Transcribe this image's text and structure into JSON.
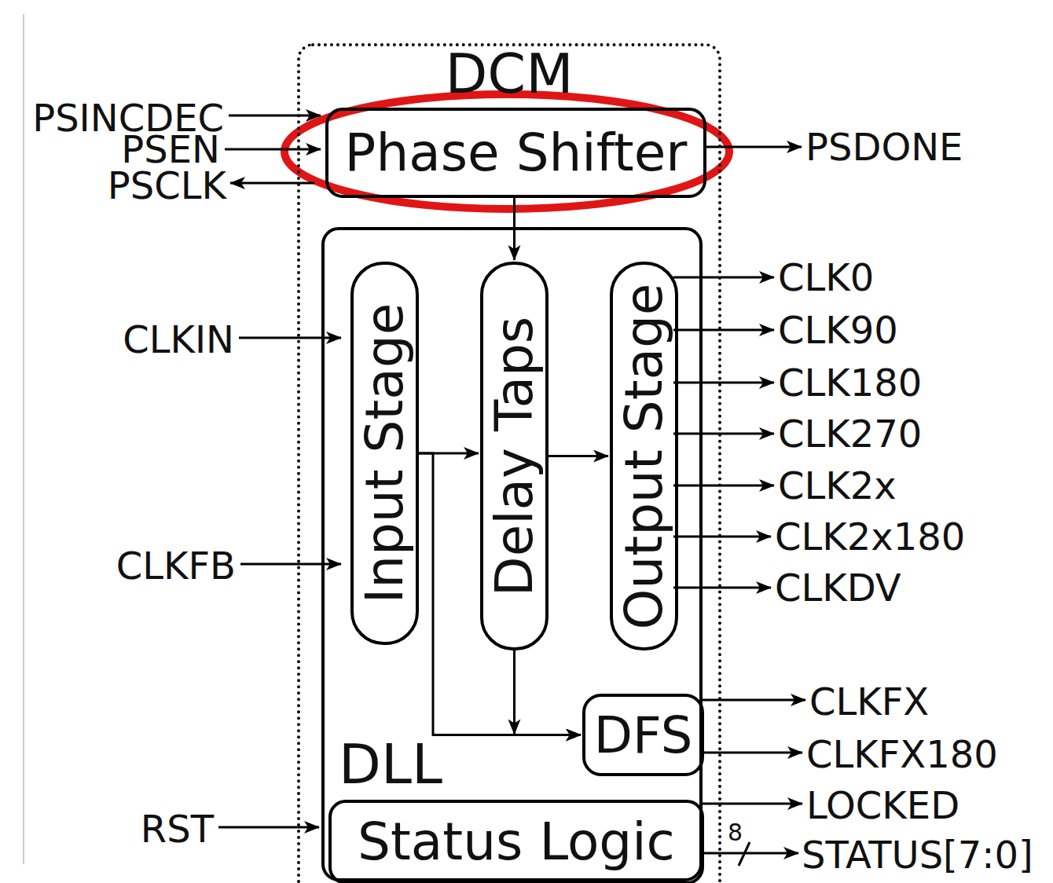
{
  "diagram": {
    "nodes": [
      {
        "text": [
          "DCM"
        ]
      },
      {
        "text": [
          "Phase Shifter"
        ],
        "in": 0
      },
      {
        "text": [
          "DLL"
        ],
        "in": 0
      },
      {
        "text": [
          "Input Stage"
        ],
        "in": 2
      },
      {
        "text": [
          "Delay Taps"
        ],
        "in": 2
      },
      {
        "text": [
          "Output Stage"
        ],
        "in": 2
      },
      {
        "text": [
          "DFS"
        ],
        "in": 2
      },
      {
        "text": [
          "Status Logic"
        ],
        "in": 2
      }
    ],
    "edges": [
      {
        "from": 1,
        "to": 4,
        "arrow": "to"
      },
      {
        "from": 3,
        "to": 4,
        "arrow": "to"
      },
      {
        "from": 4,
        "to": 5,
        "arrow": "to"
      },
      {
        "from": 3,
        "to": 6,
        "arrow": "to"
      },
      {
        "from": 4,
        "to": 6,
        "arrow": "to"
      }
    ],
    "labels": [
      "PSINCDEC",
      "PSEN",
      "PSCLK",
      "PSDONE",
      "CLKIN",
      "CLKFB",
      "RST",
      "CLK0",
      "CLK90",
      "CLK180",
      "CLK270",
      "CLK2x",
      "CLK2x180",
      "CLKDV",
      "CLKFX",
      "CLKFX180",
      "LOCKED",
      "8",
      "STATUS[7:0]"
    ]
  }
}
